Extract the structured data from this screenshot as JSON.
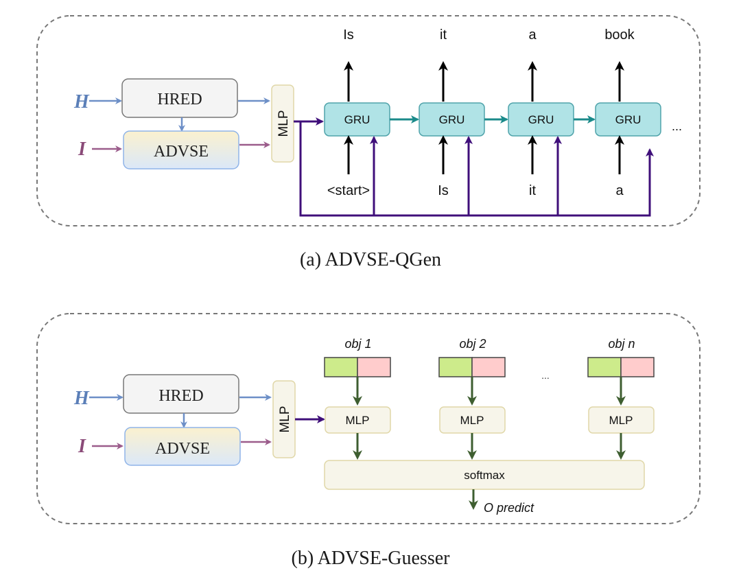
{
  "figure_a": {
    "caption": "(a)  ADVSE-QGen",
    "inputs": [
      {
        "label": "H",
        "color": "#5b7fb8"
      },
      {
        "label": "I",
        "color": "#8a4a78"
      }
    ],
    "hred_label": "HRED",
    "advse_label": "ADVSE",
    "mlp_label": "MLP",
    "gru_label": "GRU",
    "gru_steps": [
      {
        "output": "Is",
        "input": "<start>"
      },
      {
        "output": "it",
        "input": "Is"
      },
      {
        "output": "a",
        "input": "it"
      },
      {
        "output": "book",
        "input": "a"
      }
    ],
    "ellipsis": "..."
  },
  "figure_b": {
    "caption": "(b)  ADVSE-Guesser",
    "inputs": [
      {
        "label": "H",
        "color": "#5b7fb8"
      },
      {
        "label": "I",
        "color": "#8a4a78"
      }
    ],
    "hred_label": "HRED",
    "advse_label": "ADVSE",
    "mlp_label": "MLP",
    "objects": [
      {
        "label": "obj 1",
        "mlp_label": "MLP"
      },
      {
        "label": "obj 2",
        "mlp_label": "MLP"
      },
      {
        "label": "obj n",
        "mlp_label": "MLP"
      }
    ],
    "ellipsis": "...",
    "softmax_label": "softmax",
    "output_label": "O predict"
  },
  "colors": {
    "h_arrow": "#6d8fc7",
    "i_arrow": "#9b5c8b",
    "purple": "#3f0f7a",
    "teal": "#1b8a8a",
    "gru_fill": "#b0e3e6",
    "gru_stroke": "#4fa3aa",
    "mlp_fill": "#f7f5ea",
    "mlp_stroke": "#e0d7a8",
    "green_arrow": "#3e5e30",
    "obj_green": "#cdeb8b",
    "obj_pink": "#ffcccc"
  }
}
